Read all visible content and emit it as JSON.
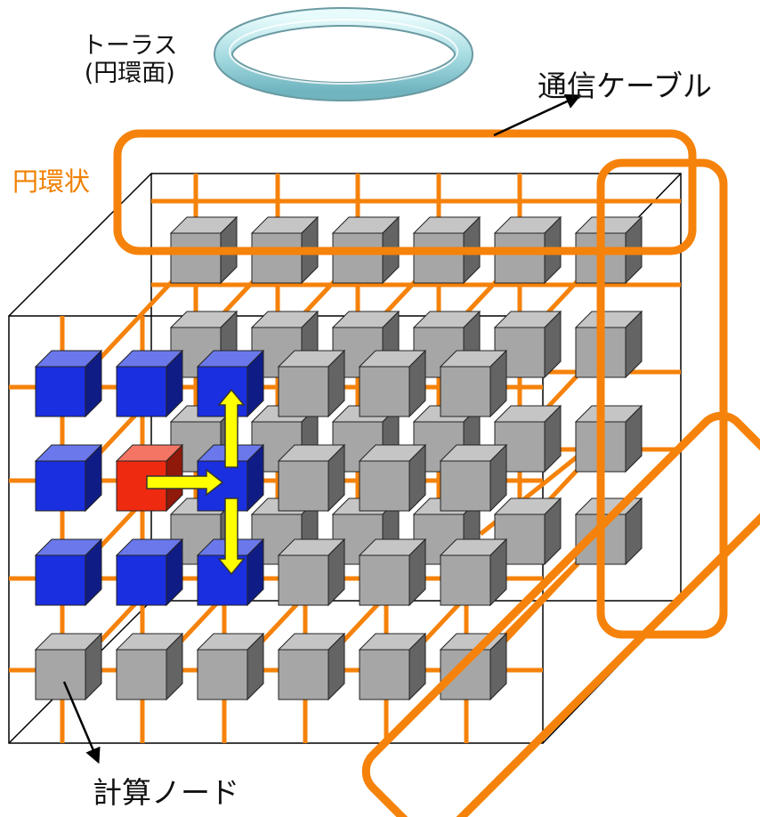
{
  "labels": {
    "torus_line1": "トーラス",
    "torus_line2": "(円環面)",
    "cable": "通信ケーブル",
    "ring": "円環状",
    "node": "計算ノード"
  },
  "colors": {
    "cable": "#f5820a",
    "node_gray": "#a6a6a6",
    "node_blue": "#1a2fe0",
    "node_red": "#ee2a10",
    "arrow_yellow": "#ffff00",
    "torus": "#bfe6ea"
  }
}
